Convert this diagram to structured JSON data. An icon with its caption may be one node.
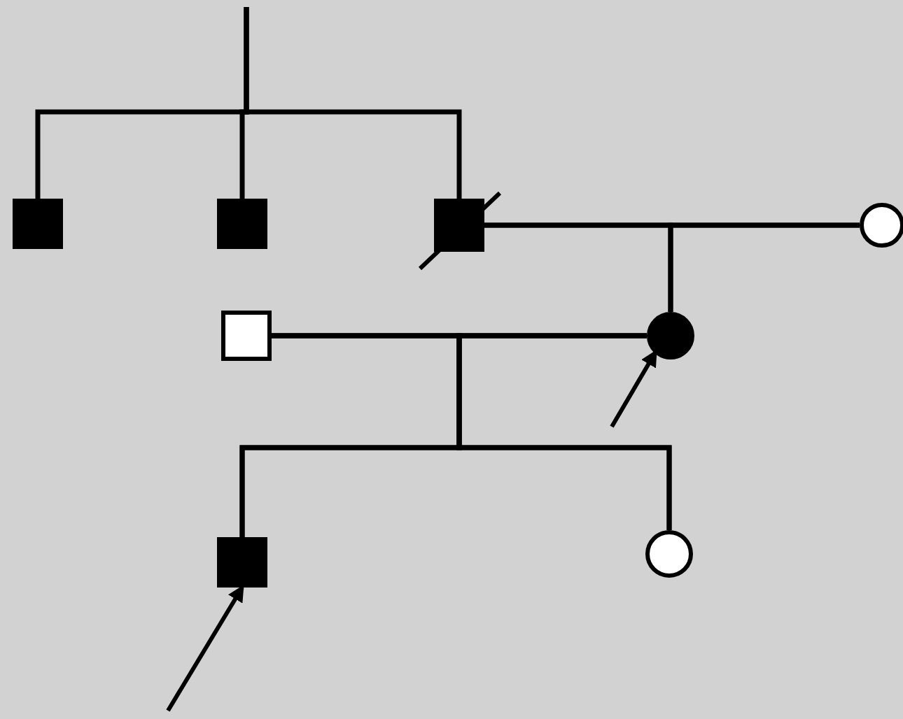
{
  "diagram": {
    "nodes": [
      {
        "text": [],
        "shape": "box"
      },
      {
        "text": [],
        "shape": "box"
      },
      {
        "text": [],
        "shape": "box"
      },
      {
        "text": [],
        "shape": "circle"
      },
      {
        "text": [],
        "shape": "box"
      },
      {
        "text": [],
        "shape": "circle"
      },
      {
        "text": [],
        "shape": "box"
      },
      {
        "text": [],
        "shape": "circle"
      }
    ],
    "edges": [
      {
        "from": null,
        "to": 0,
        "arrow": "none"
      },
      {
        "from": null,
        "to": 1,
        "arrow": "none"
      },
      {
        "from": null,
        "to": 2,
        "arrow": "none"
      },
      {
        "from": 2,
        "to": 3,
        "arrow": "none"
      },
      {
        "from": 2,
        "to": 5,
        "arrow": "none"
      },
      {
        "from": 3,
        "to": 5,
        "arrow": "none"
      },
      {
        "from": 4,
        "to": 5,
        "arrow": "none"
      },
      {
        "from": 4,
        "to": 6,
        "arrow": "none"
      },
      {
        "from": 5,
        "to": 6,
        "arrow": "none"
      },
      {
        "from": 4,
        "to": 7,
        "arrow": "none"
      },
      {
        "from": 5,
        "to": 7,
        "arrow": "none"
      },
      {
        "from": null,
        "to": 5,
        "arrow": "to"
      },
      {
        "from": null,
        "to": 6,
        "arrow": "to"
      }
    ]
  }
}
